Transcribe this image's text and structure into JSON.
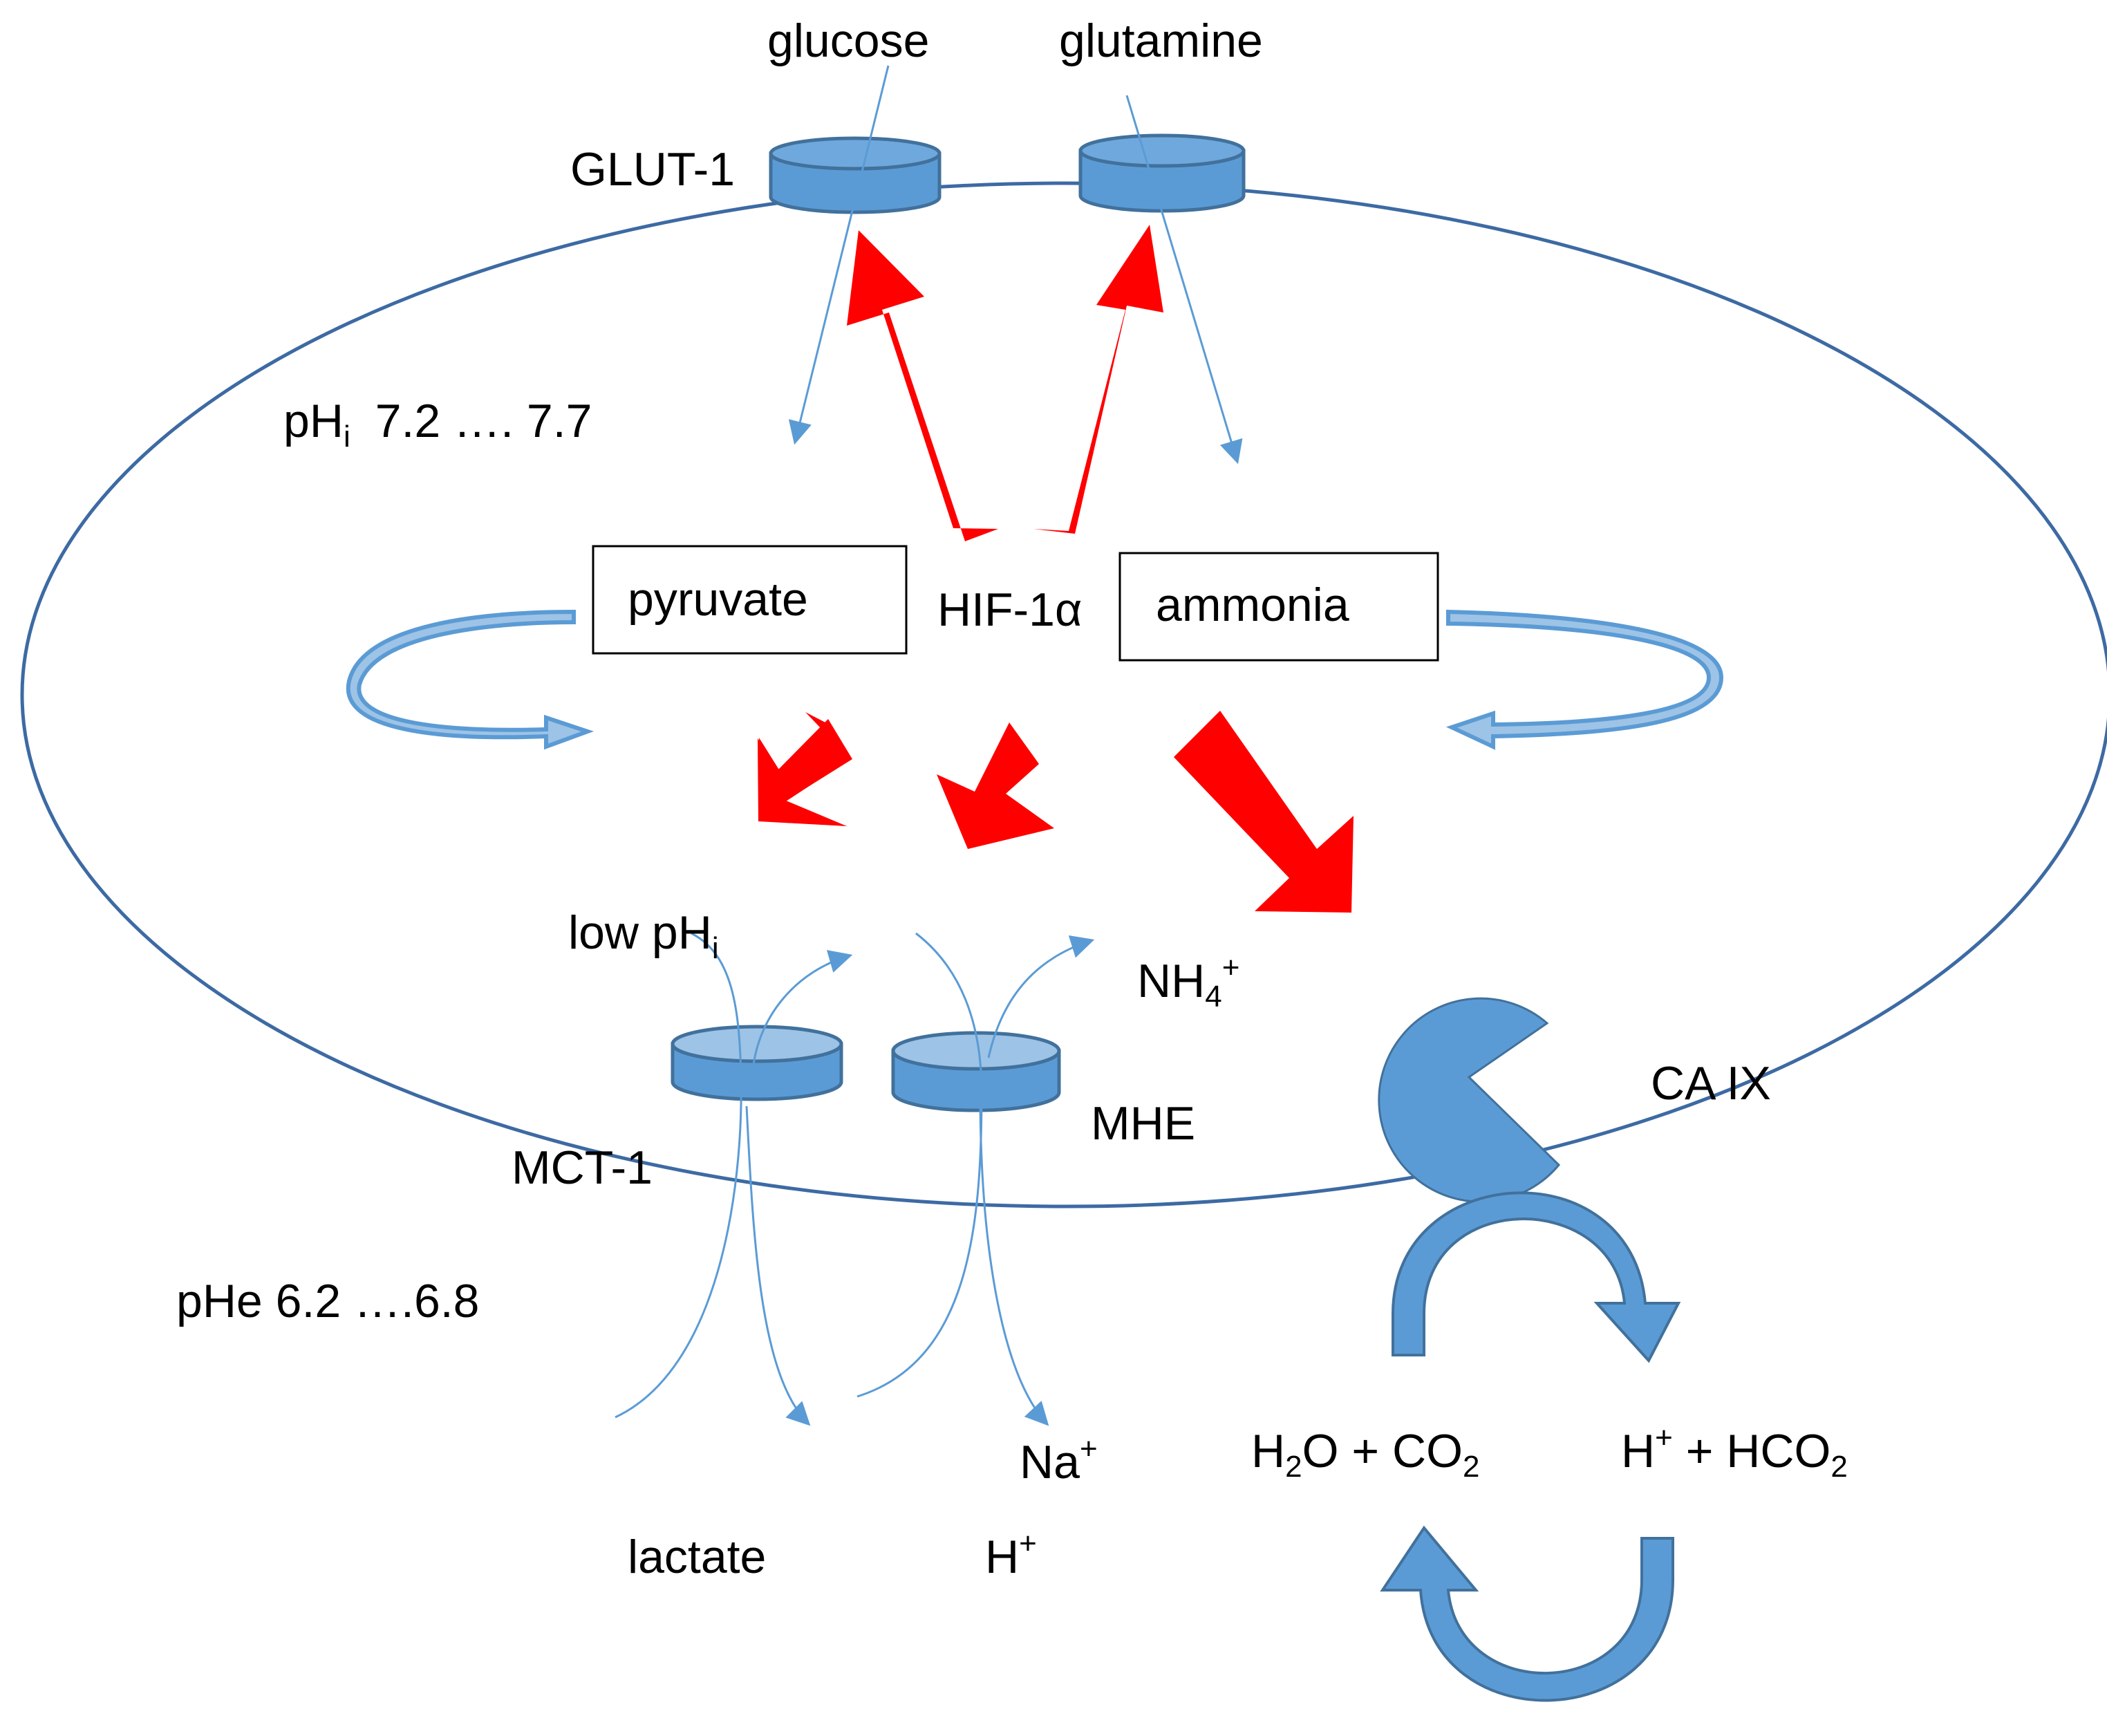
{
  "colors": {
    "membrane": "#3d6aa3",
    "transporter_fill": "#5b9bd5",
    "transporter_top": "#9dc3e6",
    "transporter_edge": "#41719c",
    "flow_arrow": "#5b9bd5",
    "hif_arrow": "#ff0000",
    "cycle_arrow": "#5b9bd5",
    "cycle_arrow_dark": "#41719c"
  },
  "labels": {
    "glucose": "glucose",
    "glutamine": "glutamine",
    "glut1": "GLUT-1",
    "phi_prefix": "pH",
    "phi_sub": "i",
    "phi_range": "7.2 …. 7.7",
    "pyruvate": "pyruvate",
    "hif": "HIF-1α",
    "ammonia": "ammonia",
    "low_phi_prefix": "low pH",
    "low_phi_sub": "i",
    "nh4_base": "NH",
    "nh4_sub": "4",
    "nh4_sup": "+",
    "mct1": "MCT-1",
    "mhe": "MHE",
    "ca_ix": "CA IX",
    "phe": "pHe 6.2 ….6.8",
    "h2o_a": "H",
    "h2o_sub": "2",
    "h2o_b": "O + CO",
    "h2o_sub2": "2",
    "hplus_a": "H",
    "hplus_sup": "+",
    "hplus_b": " + HCO",
    "hplus_sub": "2",
    "na_base": "Na",
    "na_sup": "+",
    "lactate": "lactate",
    "h_base": "H",
    "h_sup": "+"
  },
  "icons": [
    "transporter-icon",
    "carbonic-anhydrase-icon",
    "cycle-arrow-icon"
  ]
}
